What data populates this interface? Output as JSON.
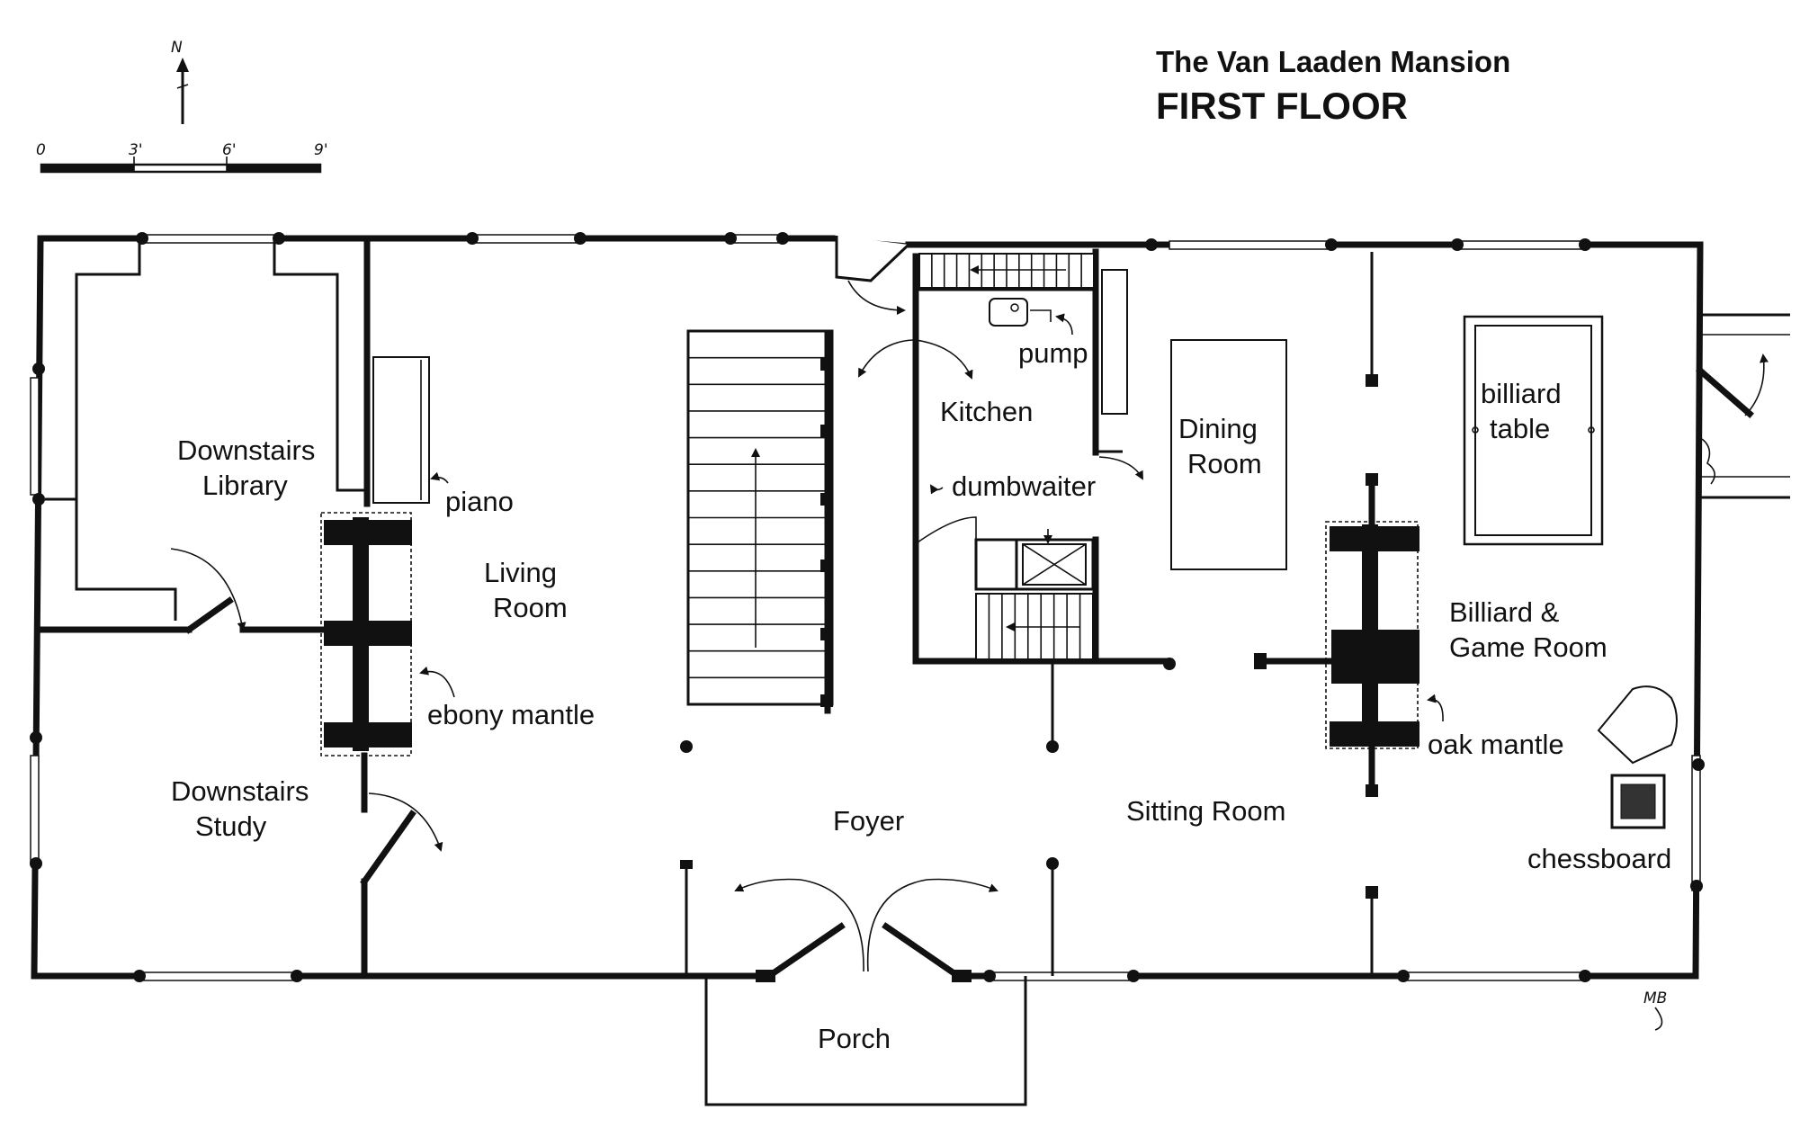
{
  "title": {
    "line1": "The Van Laaden Mansion",
    "line2": "FIRST FLOOR"
  },
  "compass": {
    "label": "N"
  },
  "scale_bar": {
    "ticks": [
      "0",
      "3'",
      "6'",
      "9'"
    ]
  },
  "rooms": {
    "library": [
      "Downstairs",
      "Library"
    ],
    "study": [
      "Downstairs",
      "Study"
    ],
    "living": [
      "Living",
      "Room"
    ],
    "kitchen": "Kitchen",
    "dining": [
      "Dining",
      "Room"
    ],
    "billiard": [
      "Billiard &",
      "Game Room"
    ],
    "foyer": "Foyer",
    "sitting": "Sitting Room",
    "porch": "Porch"
  },
  "features": {
    "piano": "piano",
    "ebony_mantle": "ebony mantle",
    "pump": "pump",
    "dumbwaiter": "dumbwaiter",
    "billiard_table": [
      "billiard",
      "table"
    ],
    "oak_mantle": "oak mantle",
    "chessboard": "chessboard"
  },
  "signature": "MB"
}
